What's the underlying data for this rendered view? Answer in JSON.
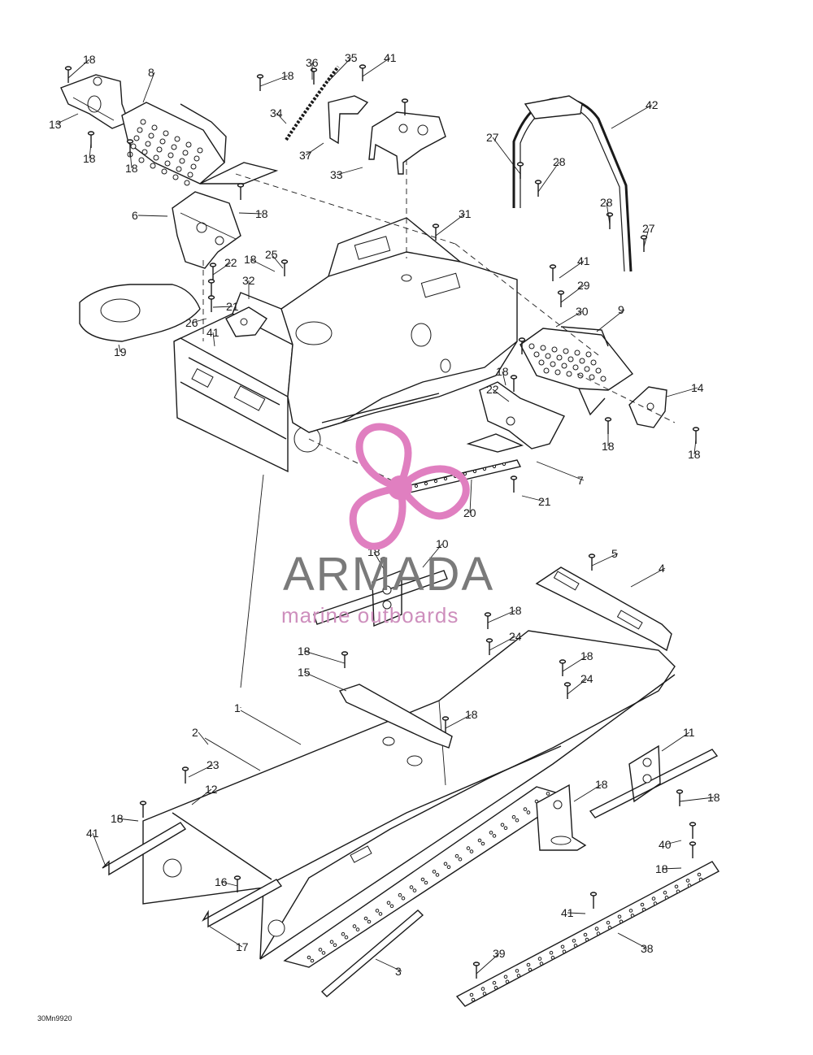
{
  "diagram": {
    "reference_code": "30Mn9920",
    "callouts": [
      "18",
      "8",
      "13",
      "18",
      "18",
      "36",
      "35",
      "18",
      "41",
      "34",
      "37",
      "33",
      "42",
      "27",
      "28",
      "28",
      "27",
      "6",
      "18",
      "31",
      "41",
      "29",
      "30",
      "9",
      "18",
      "25",
      "22",
      "32",
      "21",
      "26",
      "41",
      "19",
      "18",
      "14",
      "22",
      "18",
      "18",
      "7",
      "21",
      "20",
      "18",
      "10",
      "5",
      "4",
      "18",
      "24",
      "18",
      "18",
      "24",
      "15",
      "1",
      "18",
      "2",
      "11",
      "18",
      "23",
      "12",
      "18",
      "18",
      "16",
      "41",
      "40",
      "18",
      "41",
      "38",
      "17",
      "3",
      "39"
    ]
  },
  "watermark": {
    "brand": "ARMADA",
    "tagline": "marine outboards",
    "colors": {
      "logo": "#e07fc0",
      "brand_text": "#7a7a7a",
      "tagline_text": "#ce8fbd"
    }
  }
}
